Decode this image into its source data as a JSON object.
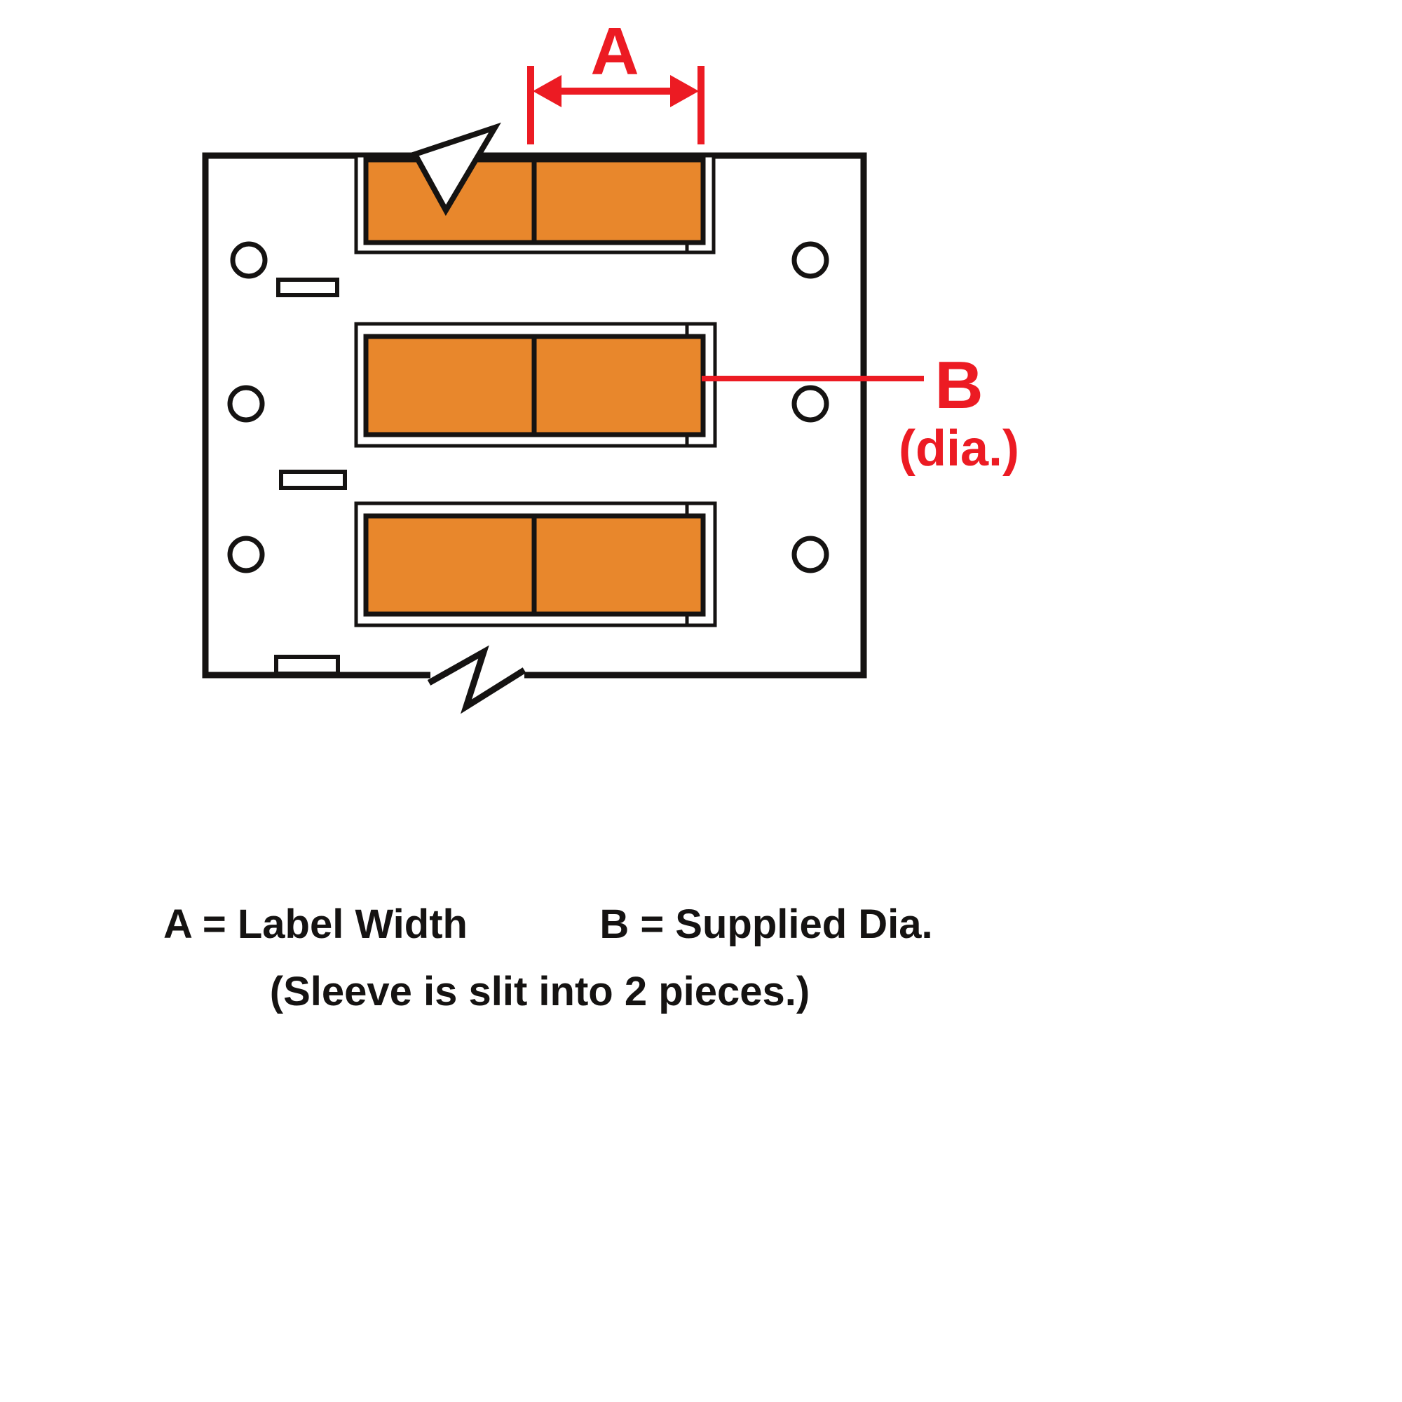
{
  "diagram": {
    "dimension_a": {
      "label": "A"
    },
    "dimension_b": {
      "label": "B",
      "sublabel": "(dia.)"
    },
    "legend": {
      "a": "A = Label Width",
      "b": "B = Supplied Dia.",
      "note": "(Sleeve is slit into 2 pieces.)"
    }
  },
  "colors": {
    "sleeve_orange": "#E8872C",
    "annotation_red": "#EC1B23",
    "outline_black": "#151312",
    "background": "#FFFFFF"
  }
}
